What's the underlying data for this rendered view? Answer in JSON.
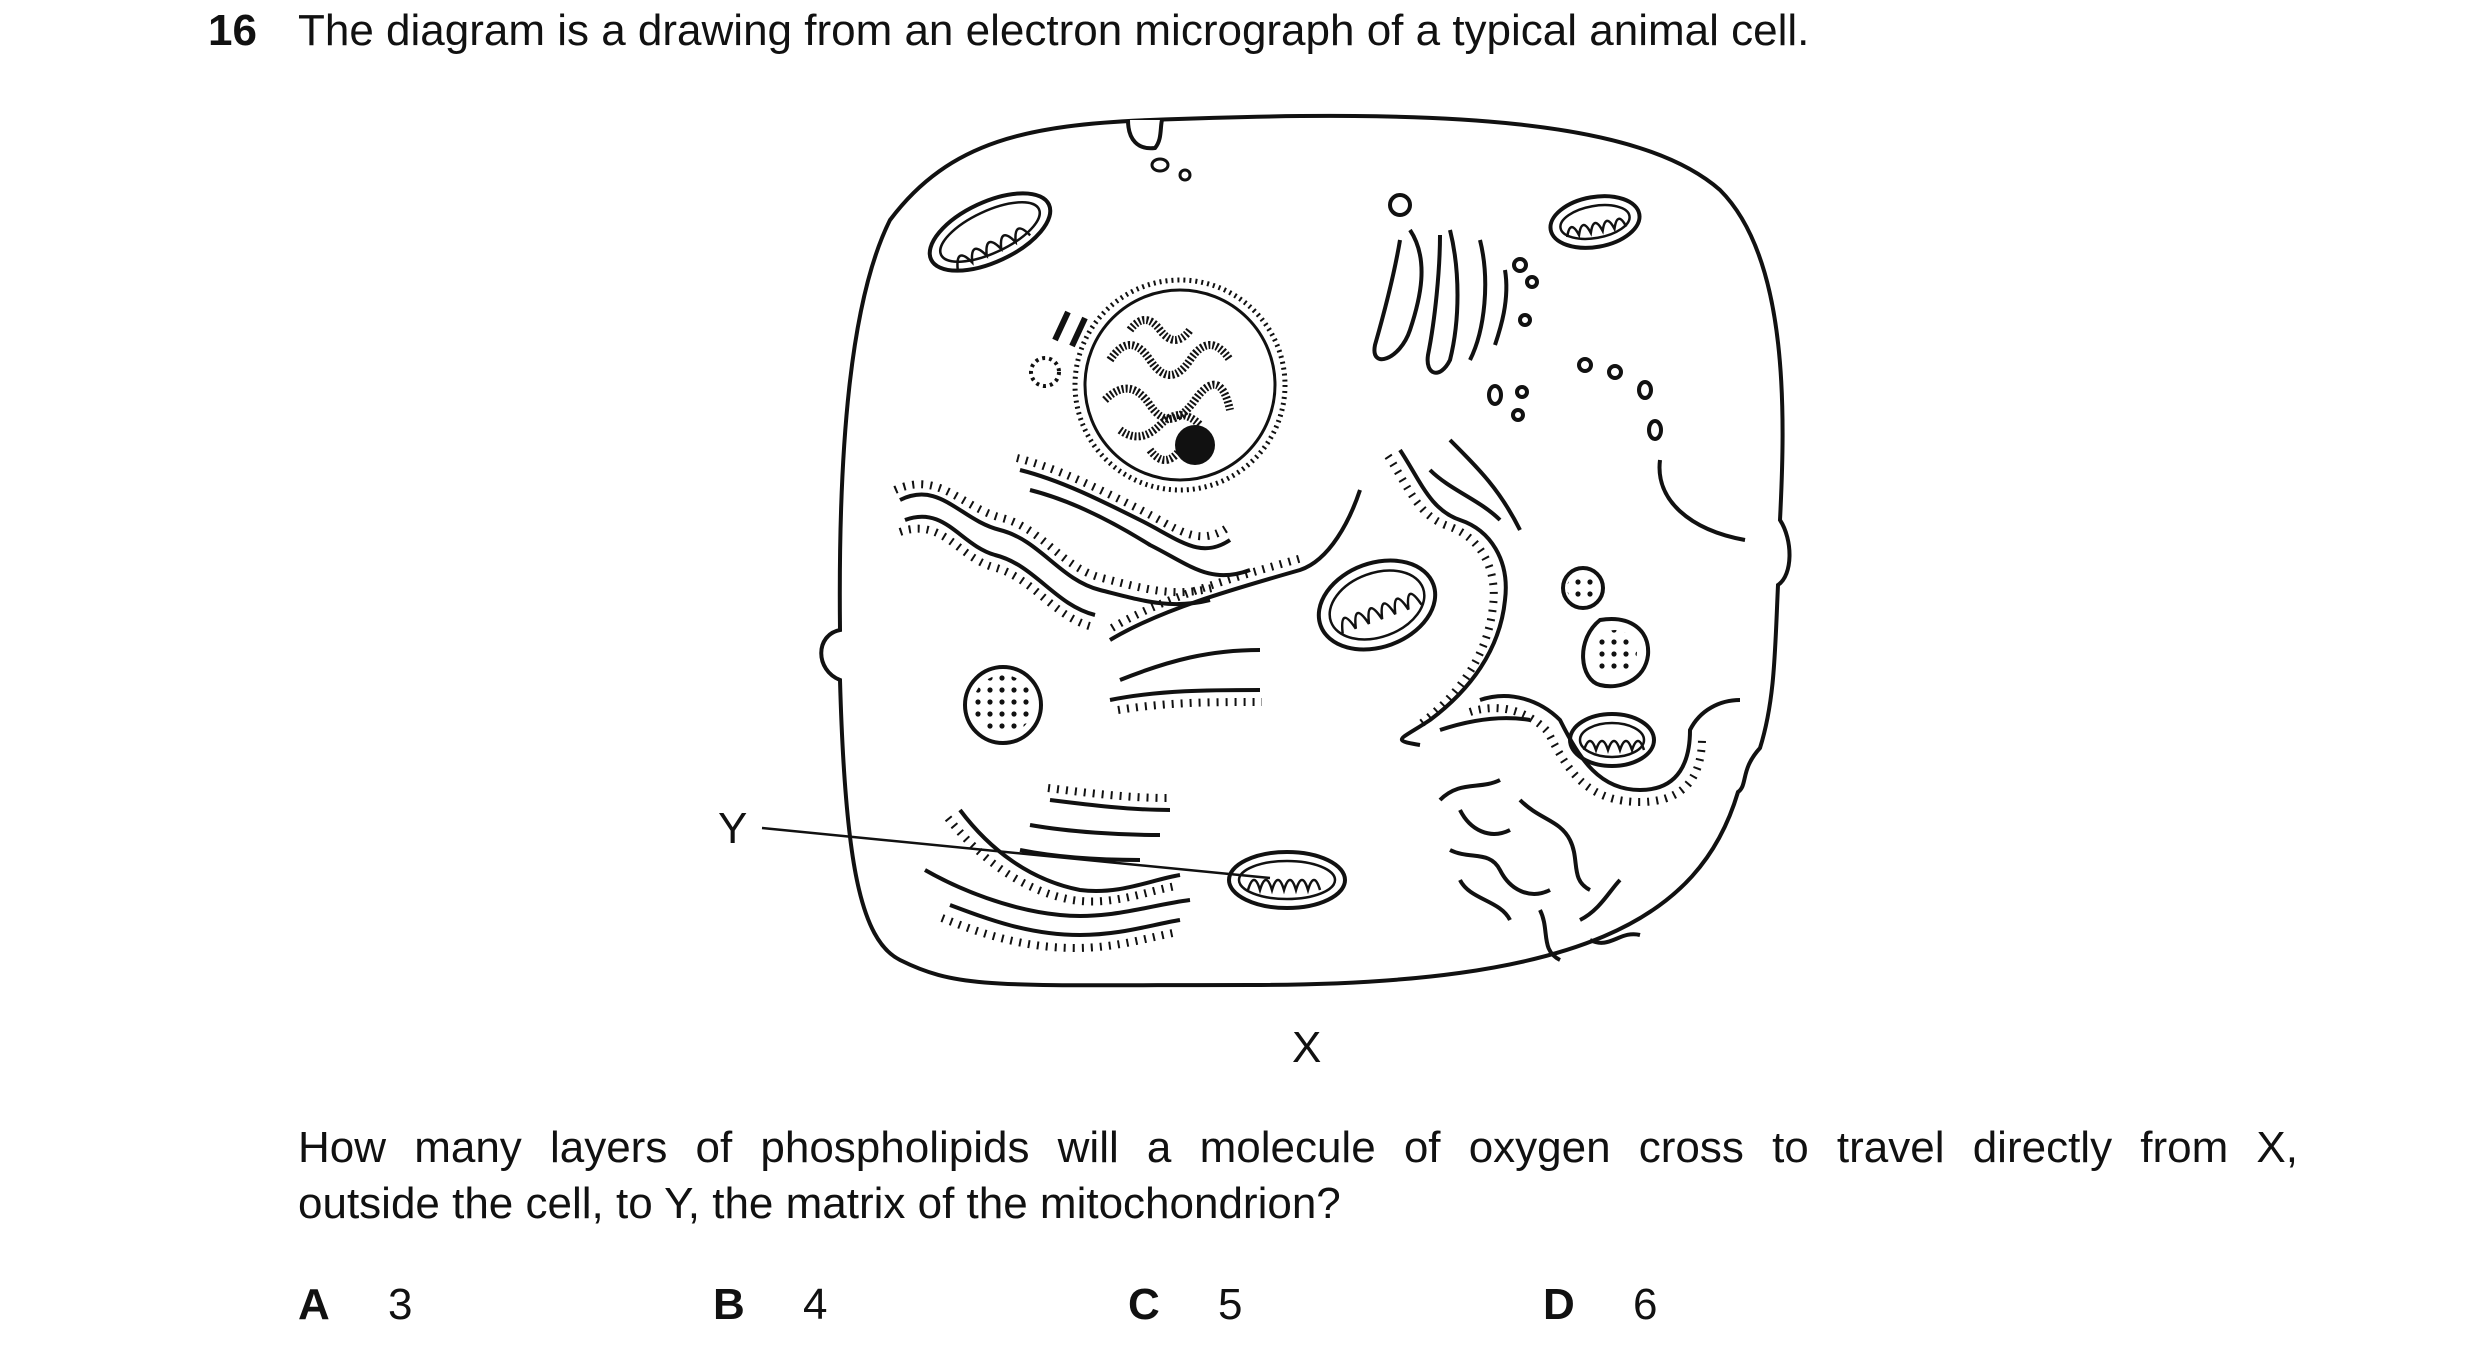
{
  "question": {
    "number": "16",
    "stem": "The diagram is a drawing from an electron micrograph of a typical animal cell.",
    "label_x": "X",
    "label_y": "Y",
    "body_line1": "How many layers of phospholipids will a molecule of oxygen cross to travel directly from X,",
    "body_line2": "outside the cell, to Y, the matrix of the mitochondrion?"
  },
  "options": [
    {
      "letter": "A",
      "value": "3"
    },
    {
      "letter": "B",
      "value": "4"
    },
    {
      "letter": "C",
      "value": "5"
    },
    {
      "letter": "D",
      "value": "6"
    }
  ]
}
